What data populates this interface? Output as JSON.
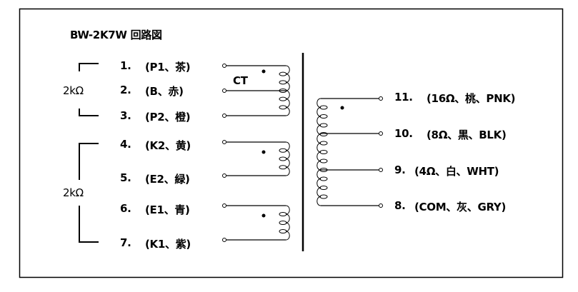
{
  "title": "BW-2K7W 回路図",
  "primary": {
    "impedance_label": "2kΩ",
    "center_tap_label": "CT",
    "pins": [
      {
        "num": "1.",
        "label": "(P1、茶)"
      },
      {
        "num": "2.",
        "label": "(B、赤)"
      },
      {
        "num": "3.",
        "label": "(P2、橙)"
      }
    ]
  },
  "feedback": {
    "impedance_label": "2kΩ",
    "pins": [
      {
        "num": "4.",
        "label": "(K2、黄)"
      },
      {
        "num": "5.",
        "label": "(E2、緑)"
      },
      {
        "num": "6.",
        "label": "(E1、青)"
      },
      {
        "num": "7.",
        "label": "(K1、紫)"
      }
    ]
  },
  "secondary": {
    "pins": [
      {
        "num": "11.",
        "label": "(16Ω、桃、PNK)"
      },
      {
        "num": "10.",
        "label": "(8Ω、黒、BLK)"
      },
      {
        "num": "9.",
        "label": "(4Ω、白、WHT)"
      },
      {
        "num": "8.",
        "label": "(COM、灰、GRY)"
      }
    ]
  },
  "colors": {
    "line": "#000000",
    "background": "#ffffff"
  }
}
